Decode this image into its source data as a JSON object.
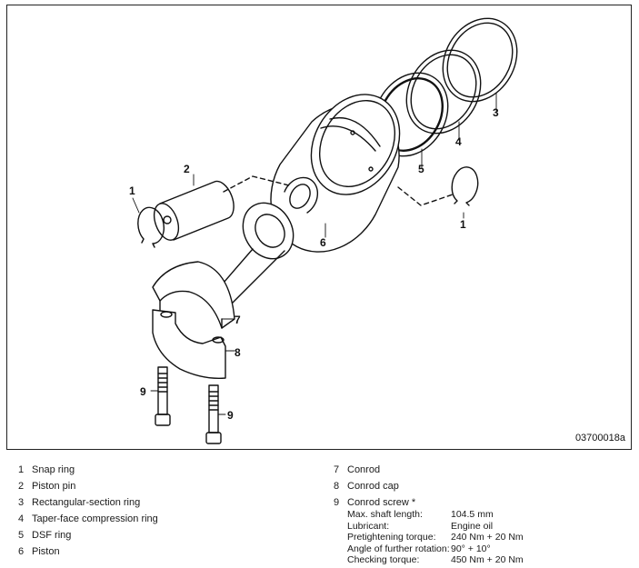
{
  "figure_id": "03700018a",
  "callouts": [
    "1",
    "2",
    "3",
    "4",
    "5",
    "1",
    "6",
    "7",
    "8",
    "9",
    "9"
  ],
  "legend_left": [
    {
      "num": "1",
      "label": "Snap ring"
    },
    {
      "num": "2",
      "label": "Piston pin"
    },
    {
      "num": "3",
      "label": "Rectangular-section ring"
    },
    {
      "num": "4",
      "label": "Taper-face compression ring"
    },
    {
      "num": "5",
      "label": "DSF ring"
    },
    {
      "num": "6",
      "label": "Piston"
    }
  ],
  "legend_right": [
    {
      "num": "7",
      "label": "Conrod"
    },
    {
      "num": "8",
      "label": "Conrod cap"
    },
    {
      "num": "9",
      "label": "Conrod screw *"
    }
  ],
  "specs": [
    {
      "key": "Max. shaft length:",
      "value": "104.5 mm"
    },
    {
      "key": "Lubricant:",
      "value": "Engine oil"
    },
    {
      "key": "Pretightening torque:",
      "value": "240 Nm + 20 Nm"
    },
    {
      "key": "Angle of further rotation:",
      "value": "90° + 10°"
    },
    {
      "key": "Checking torque:",
      "value": "450 Nm + 20 Nm"
    }
  ]
}
